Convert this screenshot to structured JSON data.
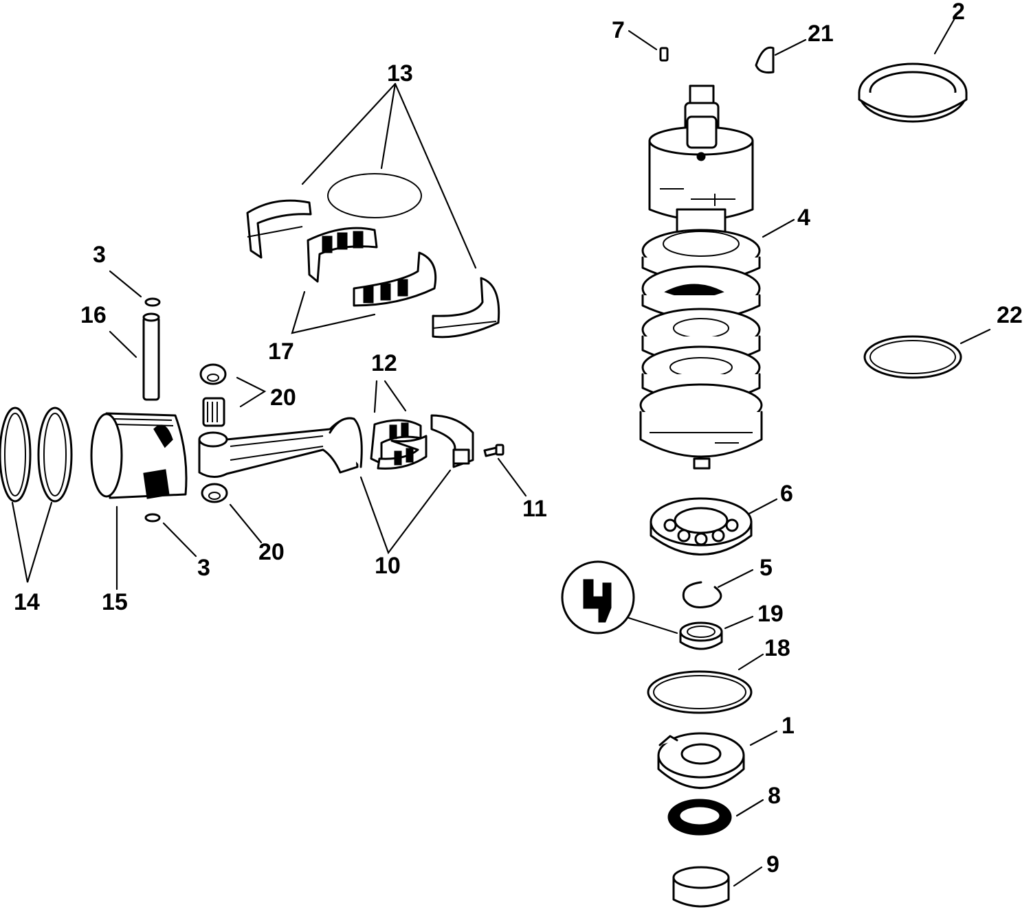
{
  "callouts": {
    "c1": "1",
    "c2": "2",
    "c3a": "3",
    "c3b": "3",
    "c4": "4",
    "c5": "5",
    "c6": "6",
    "c7": "7",
    "c8": "8",
    "c9": "9",
    "c10": "10",
    "c11": "11",
    "c12": "12",
    "c13": "13",
    "c14": "14",
    "c15": "15",
    "c16": "16",
    "c17": "17",
    "c18": "18",
    "c19": "19",
    "c20a": "20",
    "c20b": "20",
    "c21": "21",
    "c22": "22"
  }
}
